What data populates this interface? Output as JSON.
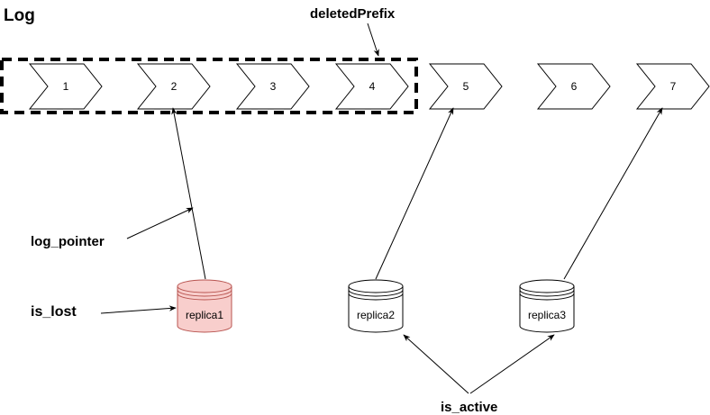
{
  "title": "Log",
  "deleted_prefix_label": "deletedPrefix",
  "log_entries": [
    "1",
    "2",
    "3",
    "4",
    "5",
    "6",
    "7"
  ],
  "log_pointer_label": "log_pointer",
  "is_lost_label": "is_lost",
  "is_active_label": "is_active",
  "replicas": [
    {
      "label": "replica1",
      "state": "lost",
      "fill": "#f8cecc",
      "stroke": "#b85450"
    },
    {
      "label": "replica2",
      "state": "active",
      "fill": "#ffffff",
      "stroke": "#000000"
    },
    {
      "label": "replica3",
      "state": "active",
      "fill": "#ffffff",
      "stroke": "#000000"
    }
  ]
}
